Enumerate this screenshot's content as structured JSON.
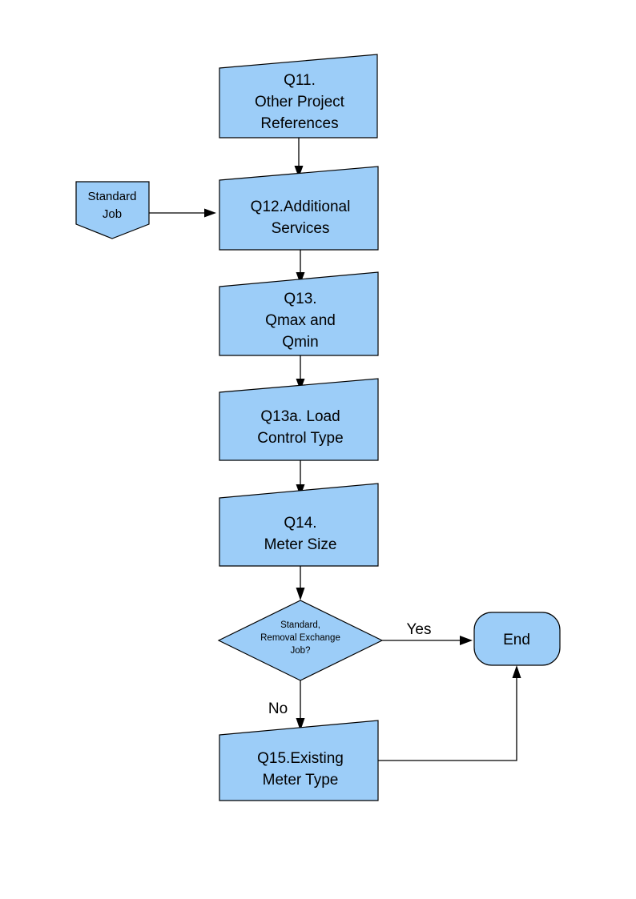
{
  "diagram": {
    "type": "flowchart",
    "title": "",
    "colors": {
      "node_fill": "#9CCDF8",
      "node_stroke": "#000000",
      "background": "#ffffff",
      "text": "#000000"
    },
    "nodes": [
      {
        "id": "q11",
        "shape": "document-slanted-top",
        "lines": [
          "Q11.",
          "Other Project",
          "References"
        ],
        "line1": "Q11.",
        "line2": "Other Project",
        "line3": "References"
      },
      {
        "id": "standard-job",
        "shape": "pentagon-notched-bottom",
        "lines": [
          "Standard",
          "Job"
        ],
        "line1": "Standard",
        "line2": "Job"
      },
      {
        "id": "q12",
        "shape": "document-slanted-top",
        "lines": [
          "Q12.Additional",
          "Services"
        ],
        "line1": "Q12.Additional",
        "line2": "Services"
      },
      {
        "id": "q13",
        "shape": "document-slanted-top",
        "lines": [
          "Q13.",
          "Qmax and",
          "Qmin"
        ],
        "line1": "Q13.",
        "line2": "Qmax and",
        "line3": "Qmin"
      },
      {
        "id": "q13a",
        "shape": "document-slanted-top",
        "lines": [
          "Q13a. Load",
          "Control Type"
        ],
        "line1": "Q13a. Load",
        "line2": "Control Type"
      },
      {
        "id": "q14",
        "shape": "document-slanted-top",
        "lines": [
          "Q14.",
          "Meter Size"
        ],
        "line1": "Q14.",
        "line2": "Meter Size"
      },
      {
        "id": "decision",
        "shape": "diamond",
        "lines": [
          "Standard,",
          "Removal Exchange",
          "Job?"
        ],
        "line1": "Standard,",
        "line2": "Removal Exchange",
        "line3": "Job?"
      },
      {
        "id": "end",
        "shape": "terminator-rounded",
        "lines": [
          "End"
        ],
        "line1": "End"
      },
      {
        "id": "q15",
        "shape": "document-slanted-top",
        "lines": [
          "Q15.Existing",
          "Meter Type"
        ],
        "line1": "Q15.Existing",
        "line2": "Meter Type"
      }
    ],
    "edges": [
      {
        "id": "e-q11-q12",
        "from": "q11",
        "to": "q12",
        "label": ""
      },
      {
        "id": "e-std-q12",
        "from": "standard-job",
        "to": "q12",
        "label": ""
      },
      {
        "id": "e-q12-q13",
        "from": "q12",
        "to": "q13",
        "label": ""
      },
      {
        "id": "e-q13-q13a",
        "from": "q13",
        "to": "q13a",
        "label": ""
      },
      {
        "id": "e-q13a-q14",
        "from": "q13a",
        "to": "q14",
        "label": ""
      },
      {
        "id": "e-q14-decision",
        "from": "q14",
        "to": "decision",
        "label": ""
      },
      {
        "id": "e-decision-end",
        "from": "decision",
        "to": "end",
        "label": "Yes"
      },
      {
        "id": "e-decision-q15",
        "from": "decision",
        "to": "q15",
        "label": "No"
      },
      {
        "id": "e-q15-end",
        "from": "q15",
        "to": "end",
        "label": ""
      }
    ],
    "edge_labels": {
      "yes": "Yes",
      "no": "No"
    }
  }
}
